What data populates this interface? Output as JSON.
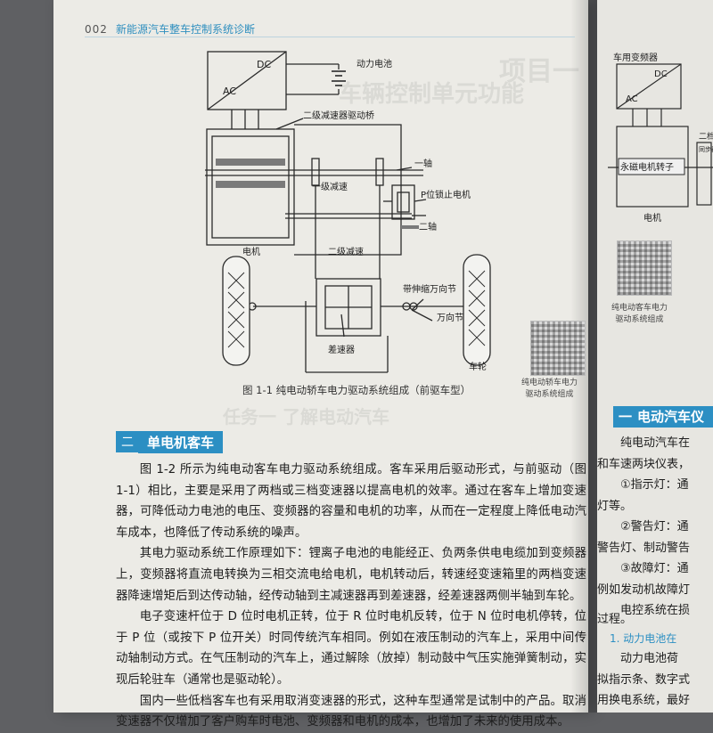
{
  "header": {
    "page_number": "002",
    "book_title": "新能源汽车整车控制系统诊断"
  },
  "diagram": {
    "labels": {
      "dc": "DC",
      "ac": "AC",
      "battery": "动力电池",
      "motor": "电机",
      "drive_bridge": "二级减速器驱动桥",
      "first_shaft": "一轴",
      "first_reduction": "一级减速",
      "p_lock_motor": "P位锁止电机",
      "second_shaft": "二轴",
      "second_reduction": "二级减速",
      "telescoping_joint": "带伸缩万向节",
      "universal_joint": "万向节",
      "differential": "差速器",
      "wheel": "车轮"
    },
    "caption": "图 1-1   纯电动轿车电力驱动系统组成（前驱车型）",
    "qr_caption": [
      "纯电动轿车电力",
      "驱动系统组成"
    ]
  },
  "section": {
    "number": "二",
    "title": "单电机客车"
  },
  "paragraphs": [
    "图 1-2 所示为纯电动客车电力驱动系统组成。客车采用后驱动形式，与前驱动（图 1-1）相比，主要是采用了两档或三档变速器以提高电机的效率。通过在客车上增加变速器，可降低动力电池的电压、变频器的容量和电机的功率，从而在一定程度上降低电动汽车成本，也降低了传动系统的噪声。",
    "其电力驱动系统工作原理如下：锂离子电池的电能经正、负两条供电电缆加到变频器上，变频器将直流电转换为三相交流电给电机，电机转动后，转速经变速箱里的两档变速器降速增矩后到达传动轴，经传动轴到主减速器再到差速器，经差速器两侧半轴到车轮。",
    "电子变速杆位于 D 位时电机正转，位于 R 位时电机反转，位于 N 位时电机停转，位于 P 位（或按下 P 位开关）时同传统汽车相同。例如在液压制动的汽车上，采用中间传动轴制动方式。在气压制动的汽车上，通过解除（放掉）制动鼓中气压实施弹簧制动，实现后轮驻车（通常也是驱动轮）。",
    "国内一些低档客车也有采用取消变速器的形式，这种车型通常是试制中的产品。取消变速器不仅增加了客户购车时电池、变频器和电机的成本，也增加了未来的使用成本。"
  ],
  "right_page": {
    "inverter_label": "车用变频器",
    "dc": "DC",
    "ac": "AC",
    "rotor_label": "永磁电机转子",
    "motor_label": "电机",
    "two_label": "二档",
    "sync_label": "同步器",
    "qr_caption": [
      "纯电动客车电力",
      "驱动系统组成"
    ],
    "section": {
      "number": "一",
      "title": "电动汽车仪"
    },
    "lines": [
      "纯电动汽车在",
      "和车速两块仪表，",
      "①指示灯：通",
      "灯等。",
      "②警告灯：通",
      "警告灯、制动警告",
      "③故障灯：通",
      "例如发动机故障灯",
      "电控系统在损",
      "过程。"
    ],
    "sub": "1. 动力电池在",
    "lines2": [
      "动力电池荷",
      "拟指示条、数字式",
      "用换电系统，最好"
    ]
  },
  "colors": {
    "accent": "#2c8fc3",
    "line": "#2a2a2a"
  }
}
